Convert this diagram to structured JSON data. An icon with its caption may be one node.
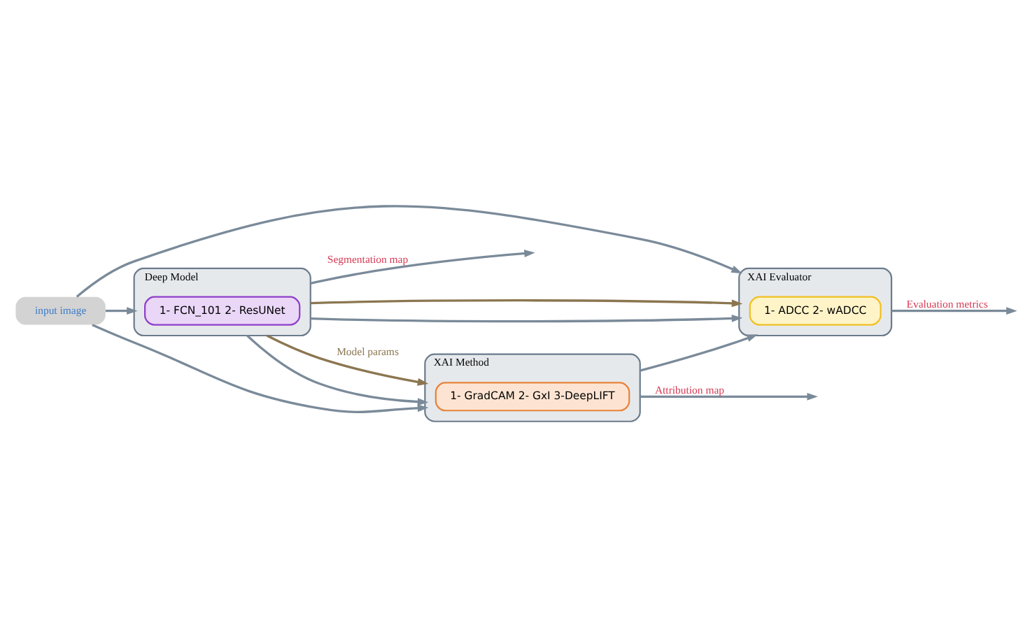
{
  "diagram": {
    "nodes": [
      {
        "text": [
          "input image"
        ]
      },
      {
        "text": [
          "Deep Model"
        ]
      },
      {
        "text": [
          "1- FCN_101 2- ResUNet"
        ],
        "in": 1
      },
      {
        "text": [
          "XAI Method"
        ]
      },
      {
        "text": [
          "1- GradCAM 2- GxI 3-DeepLIFT"
        ],
        "in": 3
      },
      {
        "text": [
          "XAI Evaluator"
        ]
      },
      {
        "text": [
          "1- ADCC 2- wADCC"
        ],
        "in": 5
      }
    ],
    "edges": [
      {
        "from": 0,
        "to": 1,
        "arrow": "to"
      },
      {
        "from": 0,
        "to": 3,
        "arrow": "to"
      },
      {
        "from": 0,
        "to": 5,
        "arrow": "to"
      },
      {
        "from": 1,
        "to": null,
        "arrow": "to",
        "label": "Segmentation map"
      },
      {
        "from": 1,
        "to": 3,
        "arrow": "to"
      },
      {
        "from": 1,
        "to": 5,
        "arrow": "to"
      },
      {
        "from": 1,
        "to": 3,
        "arrow": "to",
        "label": "Model params",
        "color": "#8b7650"
      },
      {
        "from": 1,
        "to": 5,
        "arrow": "to",
        "color": "#8b7650"
      },
      {
        "from": 3,
        "to": null,
        "arrow": "to",
        "label": "Attribution map"
      },
      {
        "from": 3,
        "to": 5,
        "arrow": "to"
      },
      {
        "from": 5,
        "to": null,
        "arrow": "to",
        "label": "Evaluation metrics"
      }
    ]
  }
}
